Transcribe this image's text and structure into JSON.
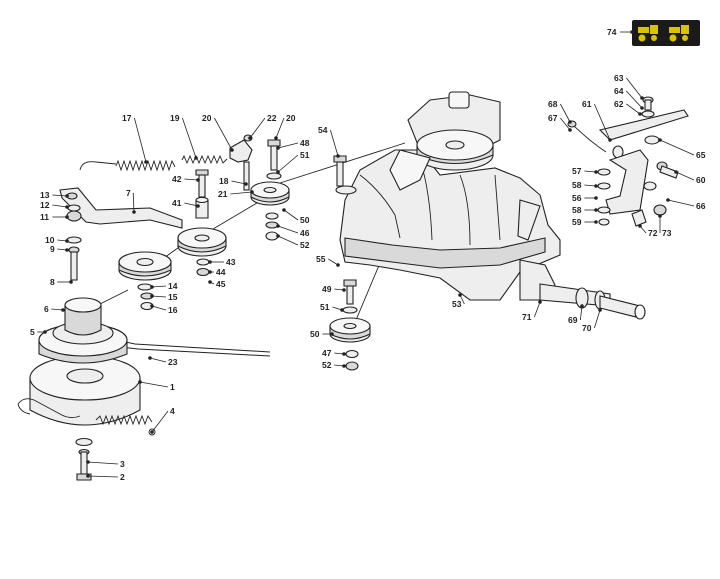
{
  "icon_box": {
    "number": "74",
    "bg_color": "#1a1a1a",
    "icon_color": "#d8c400"
  },
  "labels": [
    {
      "text": "1"
    },
    {
      "text": "2"
    },
    {
      "text": "3"
    },
    {
      "text": "4"
    },
    {
      "text": "5"
    },
    {
      "text": "6"
    },
    {
      "text": "7"
    },
    {
      "text": "8"
    },
    {
      "text": "9"
    },
    {
      "text": "10"
    },
    {
      "text": "11"
    },
    {
      "text": "12"
    },
    {
      "text": "13"
    },
    {
      "text": "14"
    },
    {
      "text": "15"
    },
    {
      "text": "16"
    },
    {
      "text": "17"
    },
    {
      "text": "18"
    },
    {
      "text": "19"
    },
    {
      "text": "20"
    },
    {
      "text": "20"
    },
    {
      "text": "21"
    },
    {
      "text": "22"
    },
    {
      "text": "23"
    },
    {
      "text": "41"
    },
    {
      "text": "42"
    },
    {
      "text": "43"
    },
    {
      "text": "44"
    },
    {
      "text": "45"
    },
    {
      "text": "46"
    },
    {
      "text": "47"
    },
    {
      "text": "48"
    },
    {
      "text": "49"
    },
    {
      "text": "50"
    },
    {
      "text": "50"
    },
    {
      "text": "51"
    },
    {
      "text": "51"
    },
    {
      "text": "52"
    },
    {
      "text": "52"
    },
    {
      "text": "53"
    },
    {
      "text": "54"
    },
    {
      "text": "55"
    },
    {
      "text": "56"
    },
    {
      "text": "57"
    },
    {
      "text": "58"
    },
    {
      "text": "58"
    },
    {
      "text": "59"
    },
    {
      "text": "60"
    },
    {
      "text": "61"
    },
    {
      "text": "62"
    },
    {
      "text": "63"
    },
    {
      "text": "64"
    },
    {
      "text": "65"
    },
    {
      "text": "66"
    },
    {
      "text": "67"
    },
    {
      "text": "68"
    },
    {
      "text": "69"
    },
    {
      "text": "70"
    },
    {
      "text": "71"
    },
    {
      "text": "72"
    },
    {
      "text": "73"
    }
  ]
}
